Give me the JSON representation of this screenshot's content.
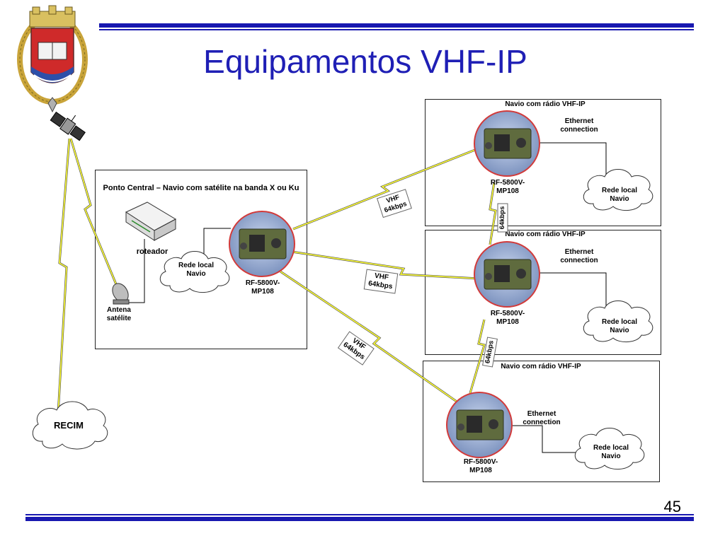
{
  "slide": {
    "title": "Equipamentos VHF-IP",
    "page_number": "45"
  },
  "central": {
    "title": "Ponto Central – Navio com satélite na banda X ou Ku",
    "router_label": "roteador",
    "lan_label": "Rede local Navio",
    "antenna_label": "Antena satélite",
    "radio_label": "RF-5800V- MP108"
  },
  "recim": {
    "label": "RECIM"
  },
  "ships": [
    {
      "title": "Navio com rádio  VHF-IP",
      "ethernet": "Ethernet connection",
      "lan": "Rede local Navio",
      "radio": "RF-5800V- MP108"
    },
    {
      "title": "Navio com rádio  VHF-IP",
      "ethernet": "Ethernet connection",
      "lan": "Rede local Navio",
      "radio": "RF-5800V- MP108"
    },
    {
      "title": "Navio com rádio VHF-IP",
      "ethernet": "Ethernet connection",
      "lan": "Rede local Navio",
      "radio": "RF-5800V- MP108"
    }
  ],
  "links": {
    "vhf_1": "VHF 64kbps",
    "vhf_2": "VHF 64kbps",
    "vhf_3": "VHF 64kbps",
    "ship_link_1": "64kbps",
    "ship_link_2": "64kbps"
  },
  "colors": {
    "title": "#1f1fb5",
    "rule": "#1818b0",
    "link": "#ffff33",
    "radio_ring": "#d23a3a",
    "radio_fill": "#8ea2c6"
  }
}
